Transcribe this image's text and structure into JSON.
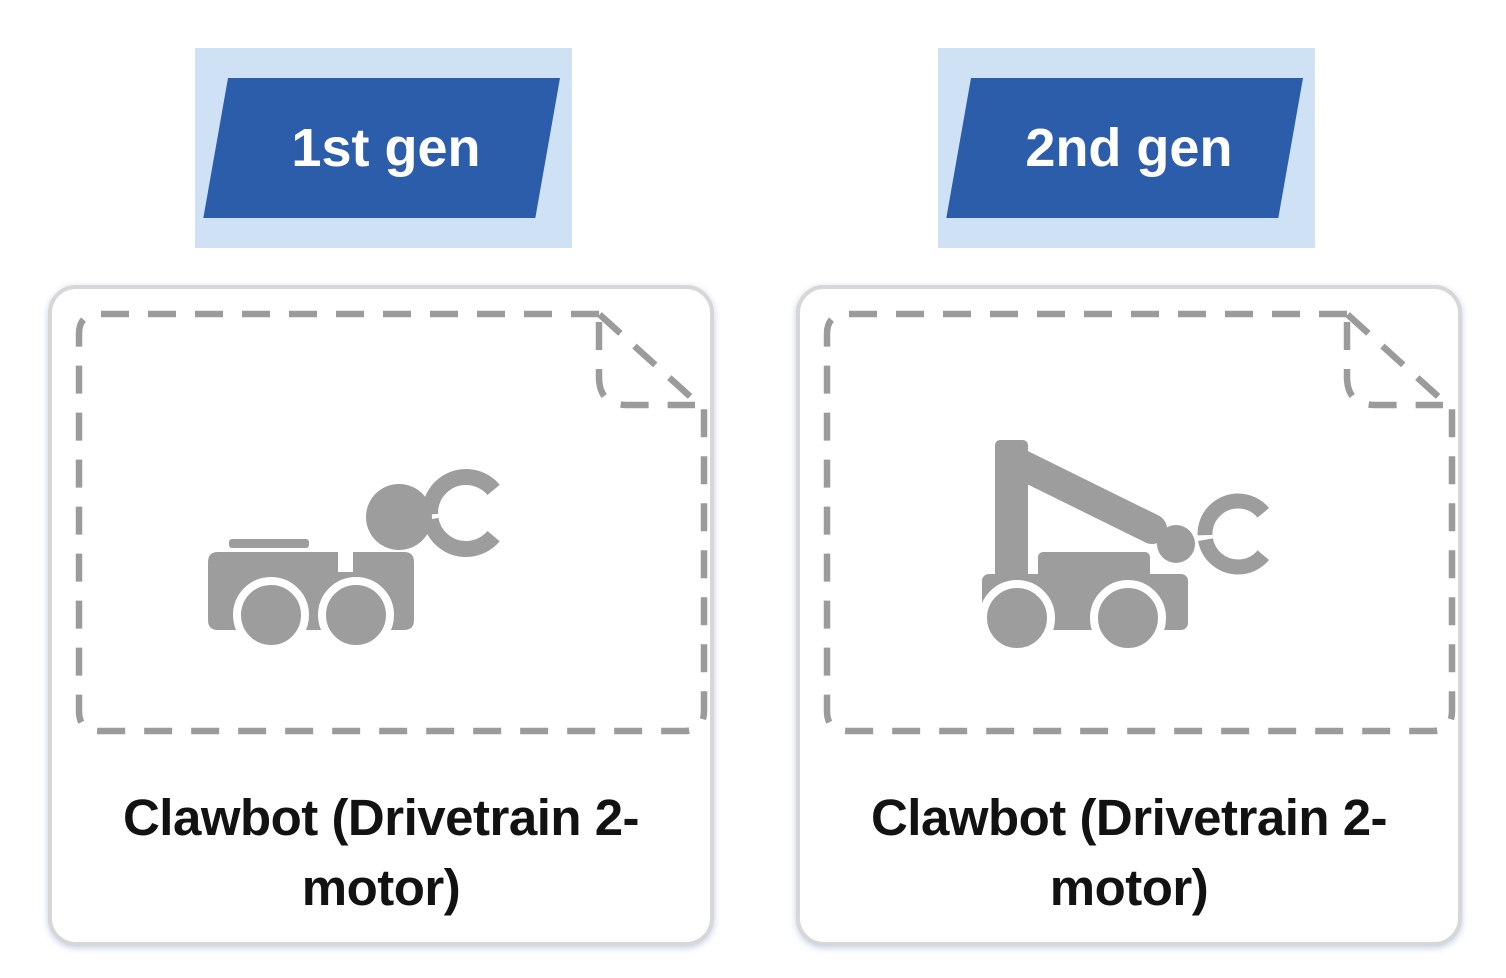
{
  "badges": {
    "first": {
      "label": "1st gen"
    },
    "second": {
      "label": "2nd gen"
    }
  },
  "cards": {
    "first": {
      "title_full": "Clawbot (Drivetrain 2-motor)",
      "title_line1": "Clawbot (Drivetrain 2-",
      "title_line2": "motor)"
    },
    "second": {
      "title_full": "Clawbot (Drivetrain 2-motor)",
      "title_line1": "Clawbot (Drivetrain 2-",
      "title_line2": "motor)"
    }
  },
  "icons": {
    "first_card": "clawbot-drivetrain-robot-icon",
    "second_card": "clawbot-arm-robot-icon",
    "placeholder": "dashed-template-page-icon"
  },
  "colors": {
    "badge_blue": "#2c5dab",
    "badge_highlight_blue": "#cfe2f5",
    "badge_text": "#ffffff",
    "icon_gray": "#9d9d9d",
    "dash_gray": "#9b9b9b",
    "card_border": "#d7d7d7",
    "title_text": "#121212",
    "page_background": "#ffffff"
  }
}
